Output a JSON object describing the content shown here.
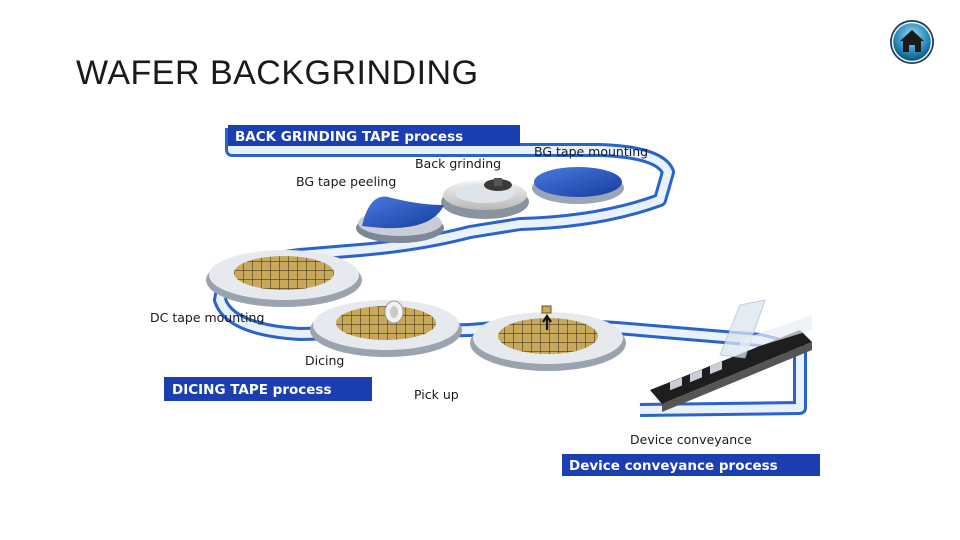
{
  "slide": {
    "title": "WAFER BACKGRINDING",
    "home_icon": "home-icon"
  },
  "diagram": {
    "process_headers": {
      "back_grinding": "BACK GRINDING TAPE process",
      "dicing": "DICING TAPE process",
      "device_conveyance": "Device conveyance process"
    },
    "steps": {
      "back_grinding": "Back grinding",
      "bg_tape_mounting": "BG tape mounting",
      "bg_tape_peeling": "BG tape peeling",
      "dc_tape_mounting": "DC tape mounting",
      "dicing": "Dicing",
      "pick_up": "Pick up",
      "device_conveyance": "Device conveyance"
    },
    "colors": {
      "header_blue": "#1b3fb0",
      "track_blue": "#2a63c9",
      "tape_blue": "#1e4fc0",
      "die_gold": "#c8a85a"
    }
  }
}
